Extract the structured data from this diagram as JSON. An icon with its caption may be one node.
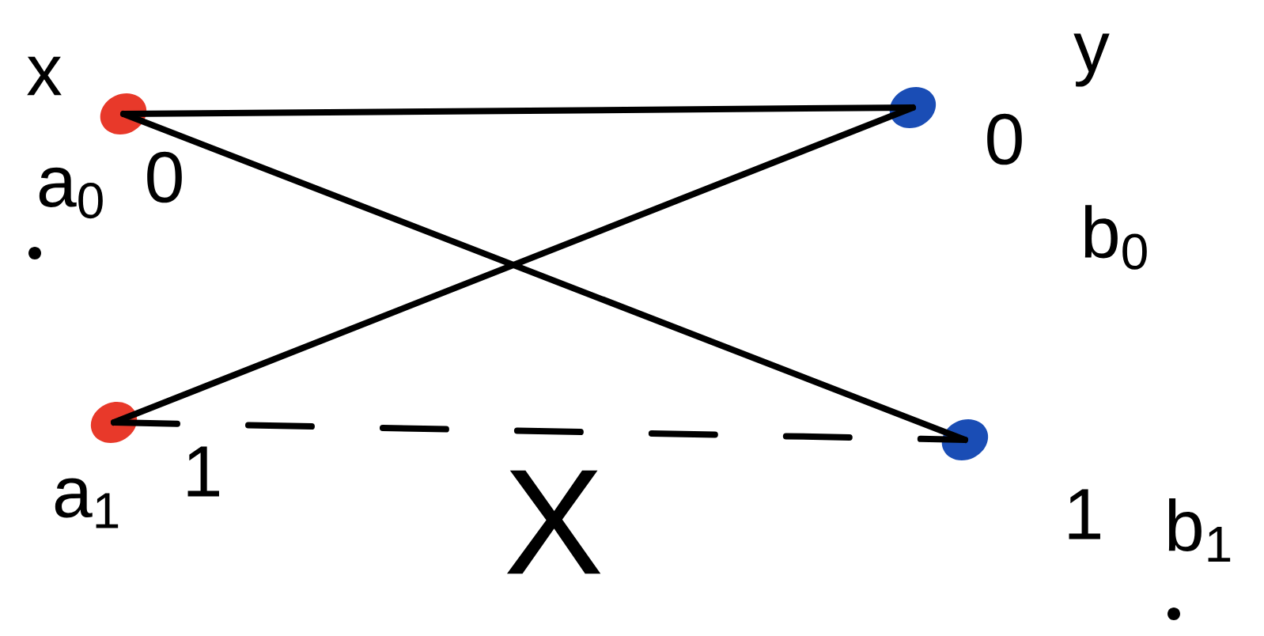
{
  "diagram": {
    "nodes": [
      {
        "text": [],
        "shape": "circle",
        "beside": [
          "x",
          "a$_{0}$",
          "0"
        ]
      },
      {
        "text": [],
        "shape": "circle",
        "beside": [
          "y",
          "0",
          "b$_{0}$"
        ]
      },
      {
        "text": [],
        "shape": "circle",
        "beside": [
          "a$_{1}$",
          "1"
        ]
      },
      {
        "text": [],
        "shape": "circle",
        "beside": [
          "1",
          "b$_{1}$"
        ]
      }
    ],
    "edges": [
      {
        "from": 0,
        "to": 1,
        "arrow": "none"
      },
      {
        "from": 0,
        "to": 3,
        "arrow": "none"
      },
      {
        "from": 2,
        "to": 1,
        "arrow": "none"
      },
      {
        "from": 2,
        "to": 3,
        "arrow": "none",
        "style": "dashed"
      }
    ],
    "labels": [
      "X"
    ]
  }
}
